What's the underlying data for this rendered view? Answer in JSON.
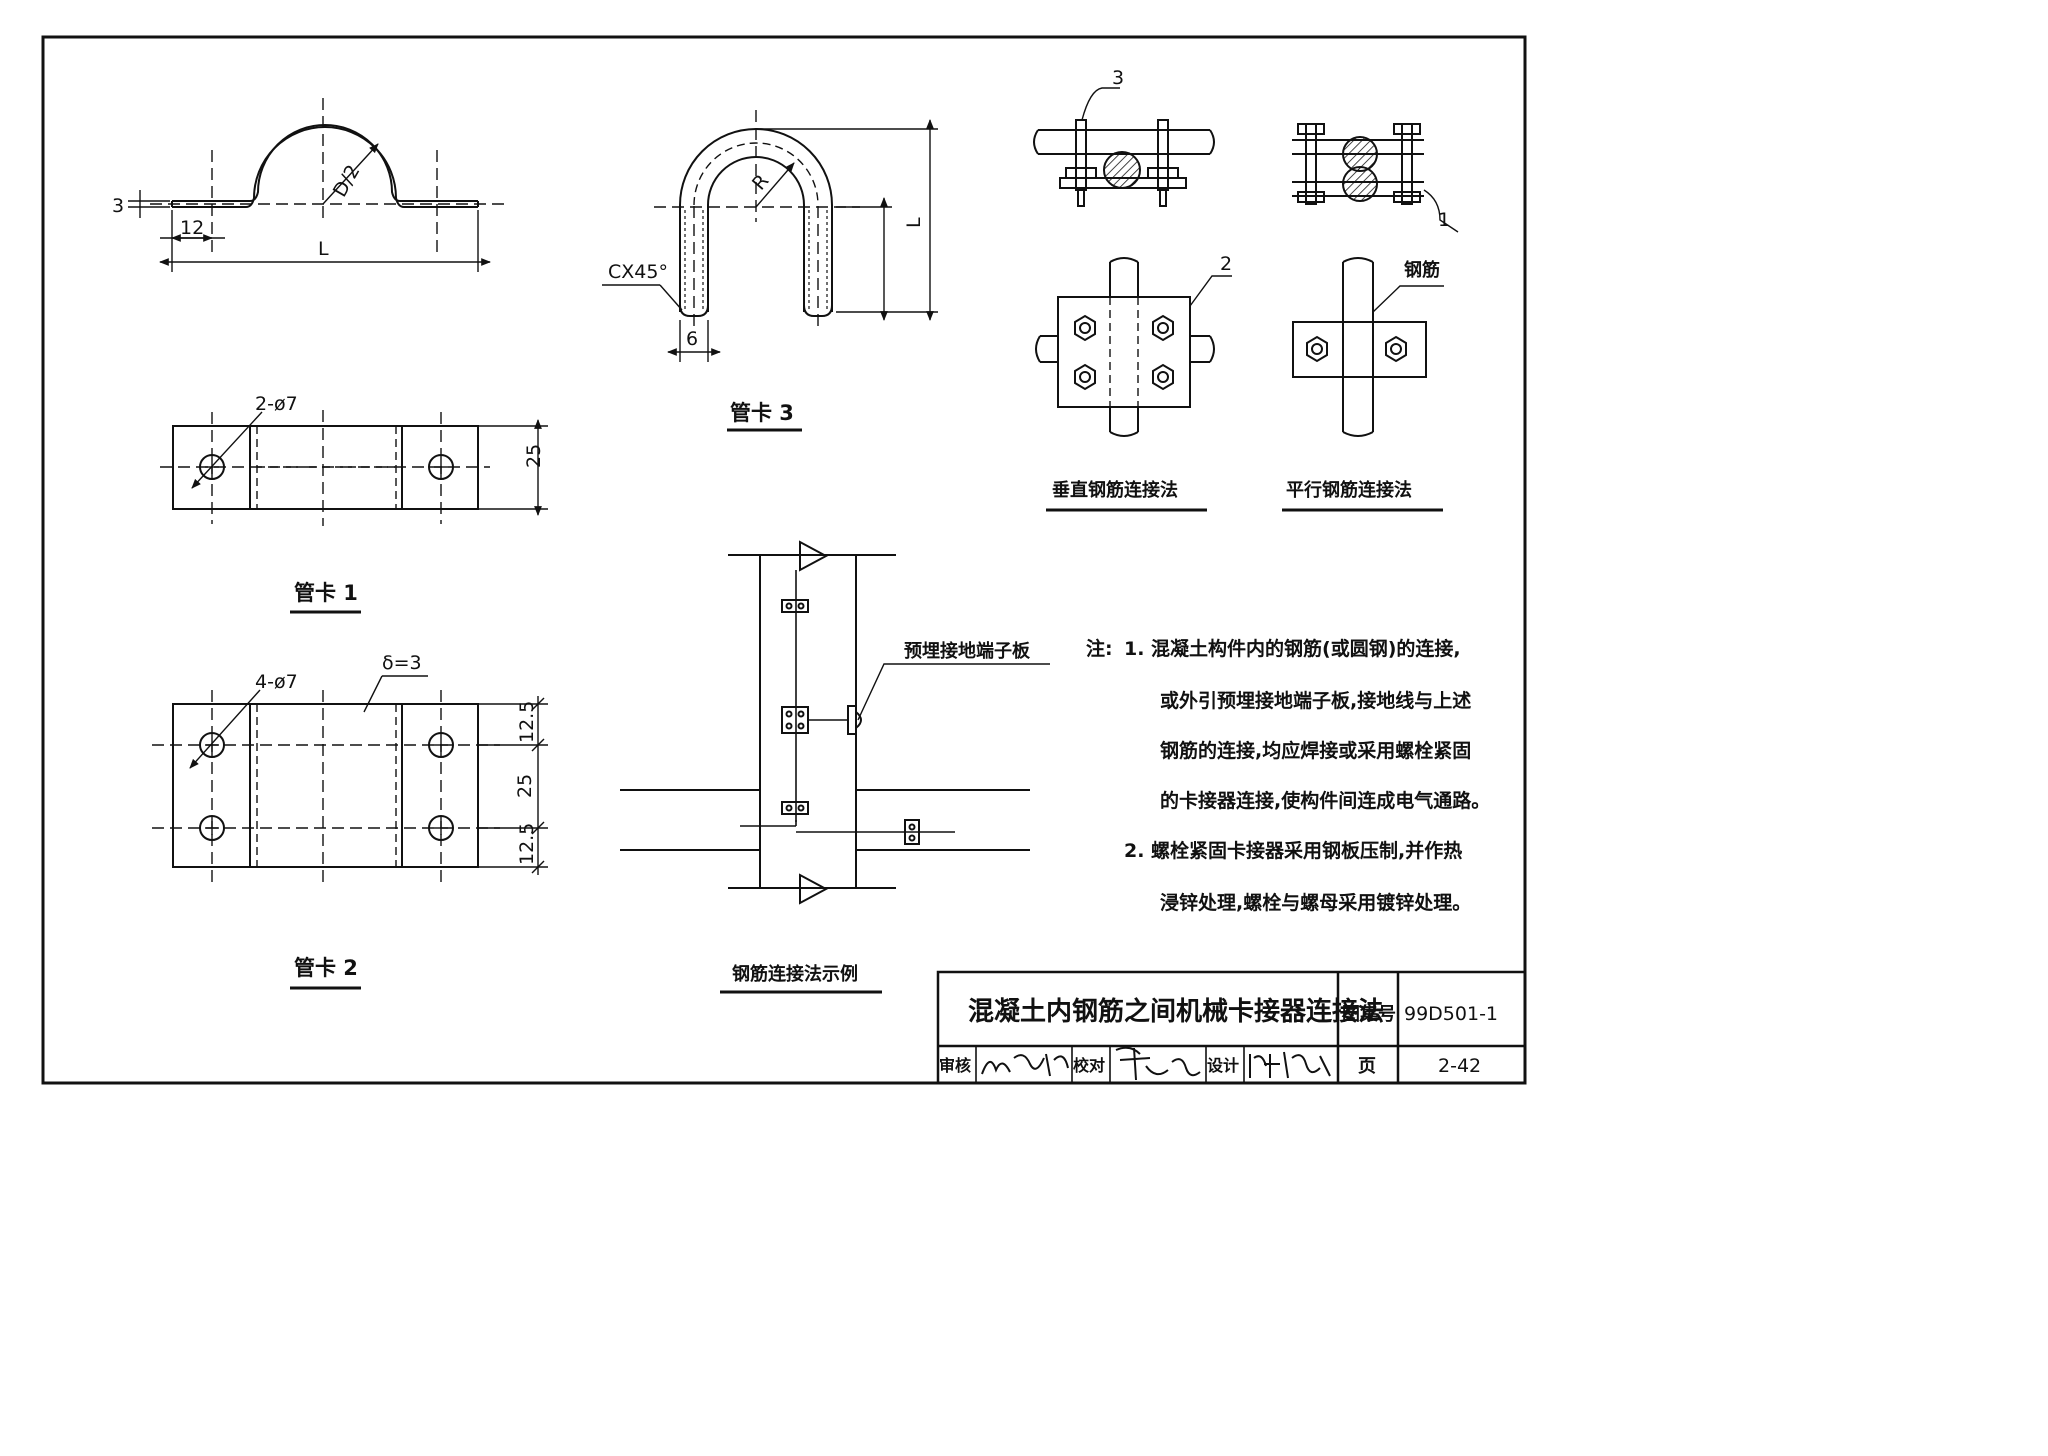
{
  "captions": {
    "clamp1": "管卡 1",
    "clamp2": "管卡 2",
    "clamp3": "管卡 3",
    "vertical_method": "垂直钢筋连接法",
    "parallel_method": "平行钢筋连接法",
    "example": "钢筋连接法示例"
  },
  "labels": {
    "embedded_plate": "预埋接地端子板",
    "rebar": "钢筋",
    "callout_1": "1",
    "callout_2": "2",
    "callout_3": "3"
  },
  "dimensions": {
    "d_half": "D/2",
    "thickness": "3",
    "flange": "12",
    "length": "L",
    "radius": "R",
    "chamfer": "CX45°",
    "thread": "6",
    "holes_2": "2-ø7",
    "holes_4": "4-ø7",
    "delta": "δ=3",
    "width_25": "25",
    "edge_12_5": "12.5"
  },
  "notes": {
    "prefix": "注:",
    "lines": [
      "1.  混凝土构件内的钢筋(或圆钢)的连接,",
      "或外引预埋接地端子板,接地线与上述",
      "钢筋的连接,均应焊接或采用螺栓紧固",
      "的卡接器连接,使构件间连成电气通路。",
      "2.  螺栓紧固卡接器采用钢板压制,并作热",
      "浸锌处理,螺栓与螺母采用镀锌处理。"
    ]
  },
  "title_block": {
    "title": "混凝土内钢筋之间机械卡接器连接法",
    "atlas_label": "图集号",
    "atlas_no": "99D501-1",
    "review_label": "审核",
    "check_label": "校对",
    "design_label": "设计",
    "page_label": "页",
    "page_no": "2-42"
  }
}
